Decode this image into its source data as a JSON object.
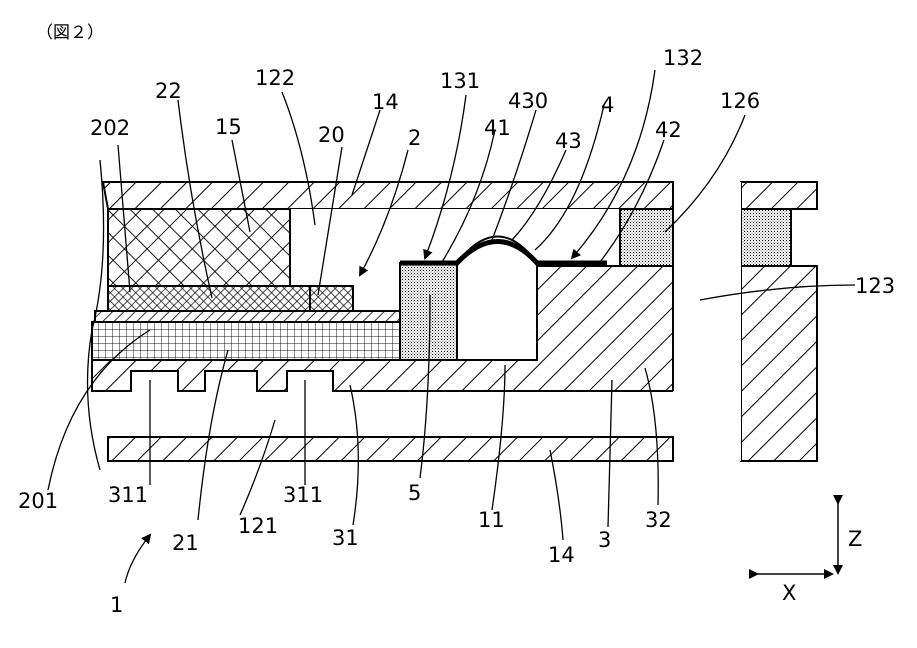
{
  "caption": "（図２）",
  "labels": {
    "l202": "202",
    "l22": "22",
    "l15": "15",
    "l122": "122",
    "l20": "20",
    "l14_top": "14",
    "l2": "2",
    "l131": "131",
    "l41": "41",
    "l430": "430",
    "l43": "43",
    "l4": "4",
    "l132": "132",
    "l42": "42",
    "l126": "126",
    "l123": "123",
    "l201": "201",
    "l311a": "311",
    "l21": "21",
    "l121": "121",
    "l311b": "311",
    "l31": "31",
    "l5": "5",
    "l11": "11",
    "l14_bot": "14",
    "l3": "3",
    "l32": "32",
    "l1": "1",
    "axis_z": "Z",
    "axis_x": "X"
  }
}
